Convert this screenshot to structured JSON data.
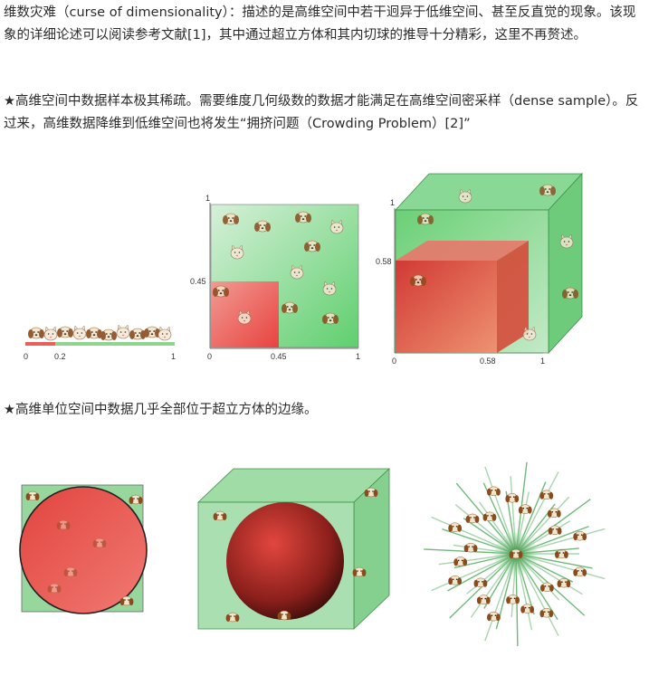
{
  "paragraphs": {
    "intro": "维数灾难（curse of dimensionality）：描述的是高维空间中若干迥异于低维空间、甚至反直觉的现象。该现象的详细论述可以阅读参考文献[1]，其中通过超立方体和其内切球的推导十分精彩，这里不再赘述。",
    "sparsity": "★高维空间中数据样本极其稀疏。需要维度几何级数的数据才能满足在高维空间密采样（dense sample）。反过来，高维数据降维到低维空间也将发生“拥挤问题（Crowding Problem）[2]”",
    "edges": "★高维单位空间中数据几乎全部位于超立方体的边缘。"
  },
  "figure_sparsity": {
    "line_ticks": {
      "start": "0",
      "mid": "0.2",
      "end": "1"
    },
    "square_ticks": {
      "y_top": "1",
      "y_mid": "0.45",
      "x_start": "0",
      "x_mid": "0.45",
      "x_end": "1"
    },
    "cube_ticks": {
      "y_top": "1",
      "y_mid": "0.58",
      "x_start": "0",
      "x_mid": "0.58",
      "x_end": "1"
    }
  },
  "colors": {
    "green_region": "#6fcf7a",
    "red_region": "#e8433f"
  },
  "icons": [
    "dog-icon",
    "cat-icon"
  ]
}
